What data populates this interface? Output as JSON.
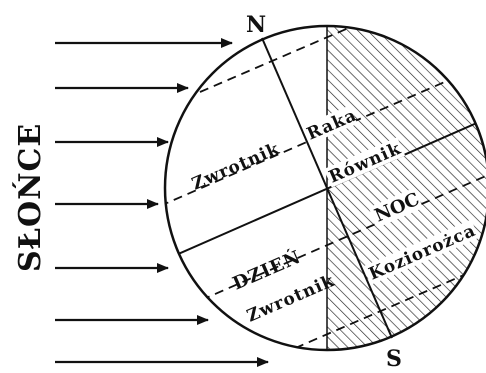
{
  "sun_label": "SŁOŃCE",
  "pole_north": "N",
  "pole_south": "S",
  "day_label": "DZIEŃ",
  "night_label": "NOC",
  "equator_label": "Równik",
  "tropic_cancer_label": "Zwrotnik Raka",
  "tropic_capricorn_label": "Zwrotnik Koziorożca",
  "tropic_label_short": "Zwrotnik",
  "raka_label": "Raka",
  "koziorozca_label": "Koziorożca",
  "ray_count": 7
}
